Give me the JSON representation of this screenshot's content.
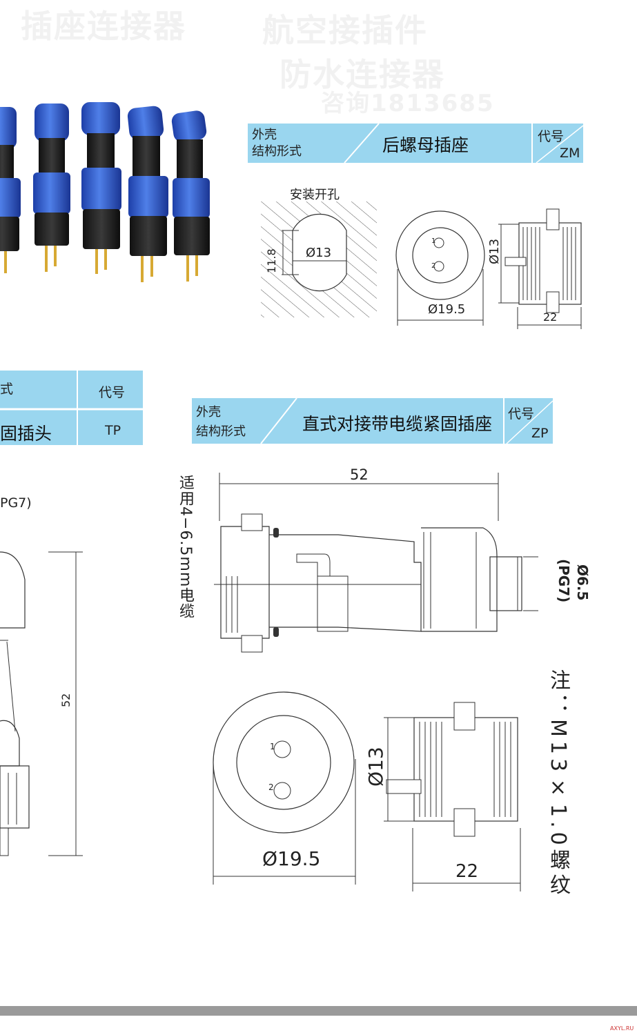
{
  "watermark": {
    "line1": "插座连接器",
    "line2": "航空接插件",
    "line3": "防水连接器",
    "line4": "咨询1813685"
  },
  "photo": {
    "icon": "blue-waterproof-connector-icon",
    "count": 5,
    "accent": "#2f57c9"
  },
  "zm": {
    "shell_label_1": "外壳",
    "shell_label_2": "结构形式",
    "title": "后螺母插座",
    "code_label": "代号",
    "code": "ZM",
    "hole_caption": "安装开孔",
    "hole_dia": "Ø13",
    "hole_flat": "11.8",
    "face_dia": "Ø19.5",
    "pin1": "1",
    "pin2": "2",
    "side_dia": "Ø13",
    "side_len": "22"
  },
  "tp": {
    "shell_label": "式",
    "code_label": "代号",
    "title": "固插头",
    "code": "TP",
    "cable_note": "PG7)",
    "length": "52"
  },
  "zp": {
    "shell_label_1": "外壳",
    "shell_label_2": "结构形式",
    "title": "直式对接带电缆紧固插座",
    "code_label": "代号",
    "code": "ZP",
    "length": "52",
    "cable_range": "适用4−6.5mm电缆",
    "cable_dia": "Ø6.5",
    "cable_pg": "(PG7)",
    "face_dia": "Ø19.5",
    "pin1": "1",
    "pin2": "2",
    "side_dia": "Ø13",
    "side_len": "22",
    "thread_note": "注：M13×1.0螺纹"
  },
  "footer": {
    "mark": "AXYL.RU"
  },
  "colors": {
    "header_bar": "#9ad6ef",
    "line": "#333333",
    "footer": "#9a9a9a"
  }
}
